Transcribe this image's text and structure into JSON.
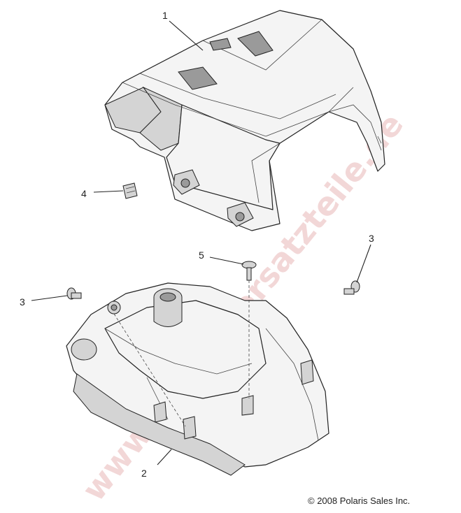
{
  "watermark": "www.polaris-ersatzteile.de",
  "copyright": "© 2008 Polaris Sales Inc.",
  "callouts": {
    "c1": "1",
    "c2": "2",
    "c3a": "3",
    "c3b": "3",
    "c4": "4",
    "c5": "5"
  }
}
